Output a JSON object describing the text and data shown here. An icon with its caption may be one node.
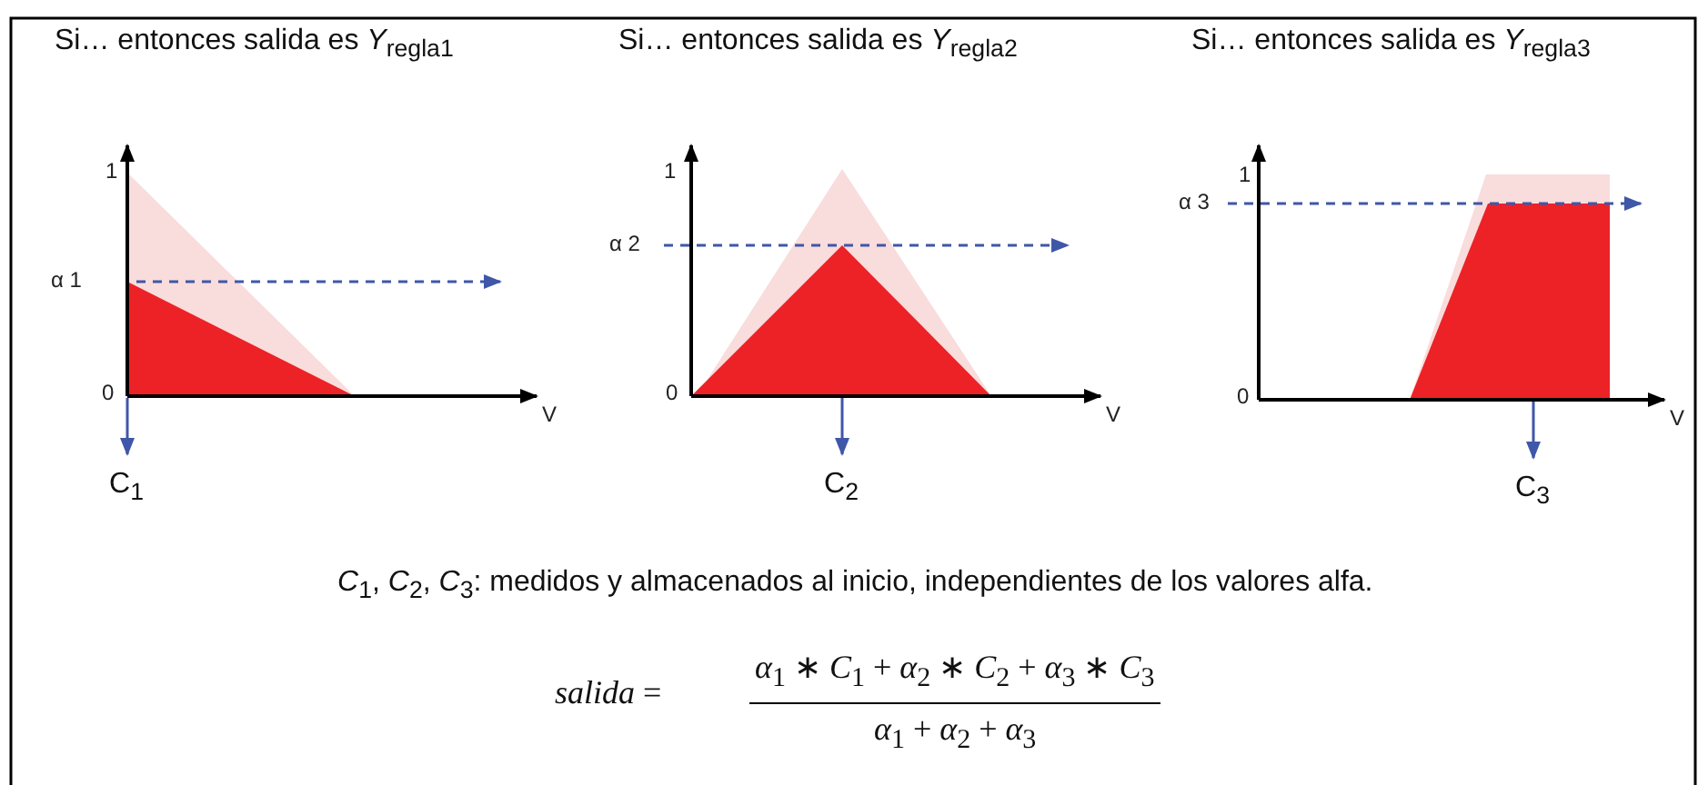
{
  "diagram": {
    "labels": [
      "Si… entonces salida es *Y*$_{regla1}$",
      "Si… entonces salida es *Y*$_{regla2}$",
      "Si… entonces salida es *Y*$_{regla3}$",
      "1",
      "α 1",
      "0",
      "V",
      "C$_{1}$",
      "1",
      "α 2",
      "0",
      "V",
      "C$_{2}$",
      "1",
      "α 3",
      "0",
      "V",
      "C$_{3}$",
      "*C*$_{1}$, *C*$_{2}$, *C*$_{3}$: medidos y almacenados al inicio, independientes de los valores alfa.",
      "*salida* =",
      "*α*$_{1}$ ∗ *C*$_{1}$ + *α*$_{2}$ ∗ *C*$_{2}$ +  *α*$_{3}$ ∗ *C*$_{3}$",
      "*α*$_{1}$ + *α*$_{2}$ + *α*$_{3}$"
    ]
  }
}
